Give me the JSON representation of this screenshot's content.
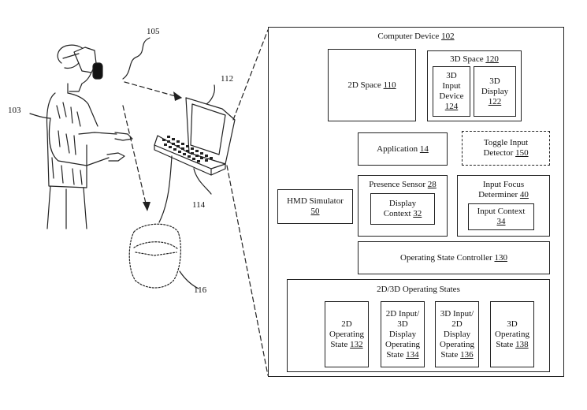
{
  "refs": {
    "person": "103",
    "hmd_link": "105",
    "laptop": "112",
    "cable": "114",
    "hmd": "116"
  },
  "computer_device": {
    "name": "Computer Device",
    "num": "102"
  },
  "space_2d": {
    "name": "2D Space",
    "num": "110"
  },
  "space_3d": {
    "name": "3D Space",
    "num": "120"
  },
  "input_device_3d": {
    "l1": "3D",
    "l2": "Input",
    "l3": "Device",
    "num": "124"
  },
  "display_3d": {
    "l1": "3D",
    "l2": "Display",
    "num": "122"
  },
  "application": {
    "name": "Application",
    "num": "14"
  },
  "toggle_detector": {
    "l1": "Toggle Input",
    "l2": "Detector",
    "num": "150"
  },
  "hmd_simulator": {
    "l1": "HMD Simulator",
    "num": "50"
  },
  "presence_sensor": {
    "name": "Presence Sensor",
    "num": "28"
  },
  "display_context": {
    "l1": "Display",
    "l2": "Context",
    "num": "32"
  },
  "focus_determiner": {
    "l1": "Input Focus",
    "l2": "Determiner",
    "num": "40"
  },
  "input_context": {
    "l1": "Input Context",
    "num": "34"
  },
  "op_controller": {
    "name": "Operating State Controller",
    "num": "130"
  },
  "op_states": {
    "name": "2D/3D Operating States"
  },
  "state_132": {
    "l1": "2D",
    "l2": "Operating",
    "l3": "State",
    "num": "132"
  },
  "state_134": {
    "l1": "2D Input/",
    "l2": "3D",
    "l3": "Display",
    "l4": "Operating",
    "l5": "State",
    "num": "134"
  },
  "state_136": {
    "l1": "3D Input/",
    "l2": "2D",
    "l3": "Display",
    "l4": "Operating",
    "l5": "State",
    "num": "136"
  },
  "state_138": {
    "l1": "3D",
    "l2": "Operating",
    "l3": "State",
    "num": "138"
  }
}
